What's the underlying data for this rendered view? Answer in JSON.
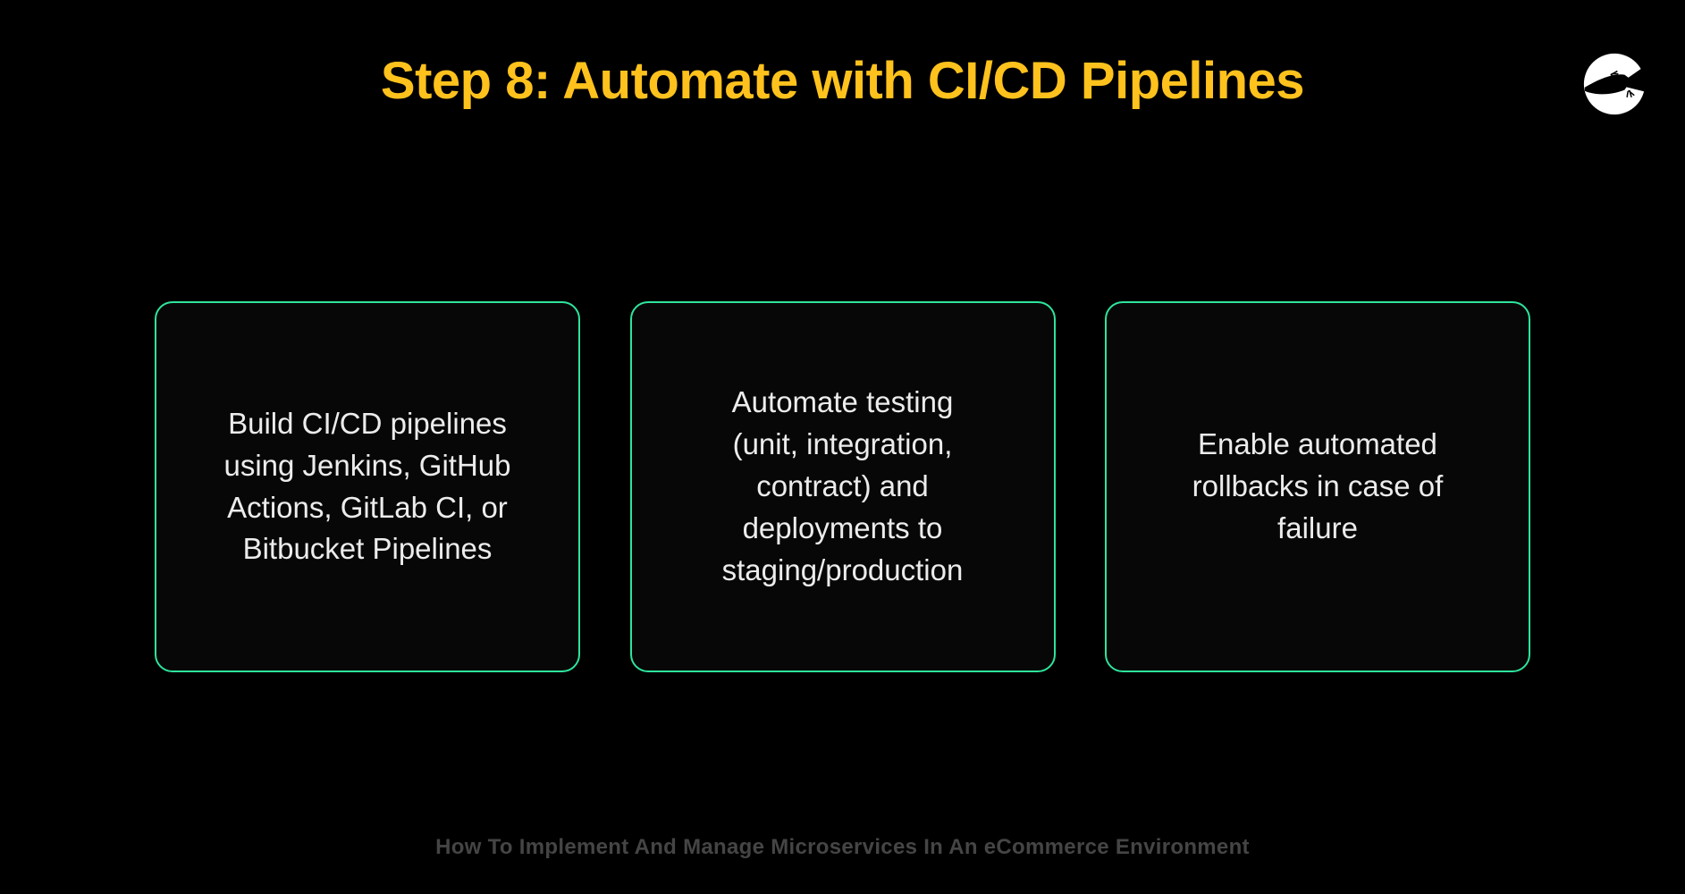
{
  "page": {
    "title": "Step 8: Automate with CI/CD Pipelines",
    "footer": "How To Implement And Manage Microservices In An eCommerce Environment"
  },
  "colors": {
    "background": "#000000",
    "title_yellow": "#FFC21D",
    "card_border_green": "#2EE49C",
    "card_text": "#ECECEC",
    "footer_text": "#454545"
  },
  "logo": {
    "name": "gecko-in-circle-logo"
  },
  "cards": [
    {
      "text": "Build CI/CD pipelines\nusing Jenkins, GitHub\nActions, GitLab CI, or\nBitbucket Pipelines"
    },
    {
      "text": "Automate testing\n(unit, integration,\ncontract) and\ndeployments to\nstaging/production"
    },
    {
      "text": "Enable automated\nrollbacks in case of\nfailure"
    }
  ]
}
